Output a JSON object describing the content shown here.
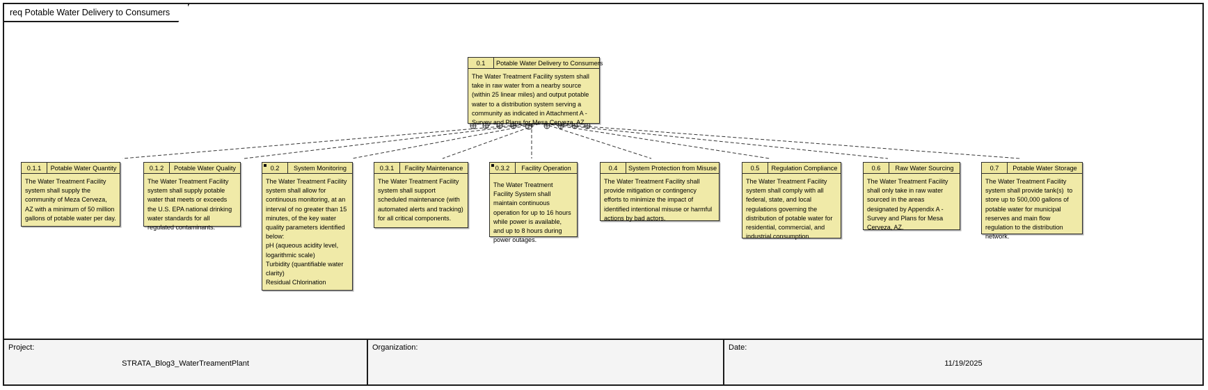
{
  "diagram": {
    "frame_label": "req Potable Water Delivery to Consumers",
    "type": "sysml-requirement-diagram"
  },
  "root": {
    "id": "0.1",
    "name": "Potable Water Delivery to Consumers",
    "text": "The Water Treatment Facility system shall take in raw water from a nearby source (within 25 linear miles) and output potable water to a distribution system serving a community as indicated in Attachment A - Survey and Plans for Mesa Cerveza, AZ.."
  },
  "children": [
    {
      "id": "0.1.1",
      "name": "Potable Water Quantity",
      "text": "The Water Treatment Facility system shall supply the community of Meza Cerveza, AZ with a minimum of 50 million gallons of potable water per day.",
      "marker": false
    },
    {
      "id": "0.1.2",
      "name": "Potable Water Quality",
      "text": "The Water Treatment Facility system shall supply potable water that meets or exceeds the U.S. EPA national drinking water standards for all regulated contaminants.",
      "marker": false
    },
    {
      "id": "0.2",
      "name": "System Monitoring",
      "text": "The Water Treatment Facility system shall allow for continuous monitoring, at an interval of no greater than 15 minutes, of the key water quality parameters identified below:\npH (aqueous acidity level, logarithmic scale)\nTurbidity (quantifiable water clarity)\nResidual Chlorination",
      "marker": true
    },
    {
      "id": "0.3.1",
      "name": "Facility Maintenance",
      "text": "The Water Treatment Facility system shall support scheduled maintenance (with automated alerts and tracking) for all critical components.",
      "marker": false
    },
    {
      "id": "0.3.2",
      "name": "Facility Operation",
      "text": "The Water Treatment Facility System shall maintain continuous operation for up to 16 hours while power is available, and up to 8 hours during power outages.",
      "marker": true
    },
    {
      "id": "0.4",
      "name": "System Protection from Misuse",
      "text": "The Water Treatment Facility shall provide mitigation or contingency efforts to minimize the impact of identified intentional misuse or harmful actions by bad actors.",
      "marker": false
    },
    {
      "id": "0.5",
      "name": "Regulation Compliance",
      "text": "The Water Treatment Facility system shall comply with all federal, state, and local regulations governing the distribution of potable water for residential, commercial, and industrial consumption.",
      "marker": false
    },
    {
      "id": "0.6",
      "name": "Raw Water Sourcing",
      "text": "The Water Treatment Facility shall only take in raw water sourced in the areas designated by Appendix A - Survey and Plans for Mesa Cerveza, AZ.",
      "marker": false
    },
    {
      "id": "0.7",
      "name": "Potable Water Storage",
      "text": "The Water Treatment Facility system shall provide tank(s)  to store up to 500,000 gallons of potable water for municipal reserves and main flow regulation to the distribution network.",
      "marker": false
    }
  ],
  "footer": {
    "project_label": "Project:",
    "project_value": "STRATA_Blog3_WaterTreamentPlant",
    "organization_label": "Organization:",
    "organization_value": "",
    "date_label": "Date:",
    "date_value": "11/19/2025"
  },
  "colors": {
    "node_fill": "#f0eaa8",
    "node_header": "#eee79f",
    "node_border": "#2b2b2b",
    "frame_border": "#1a1a1a",
    "footer_fill": "#f4f4f4"
  }
}
